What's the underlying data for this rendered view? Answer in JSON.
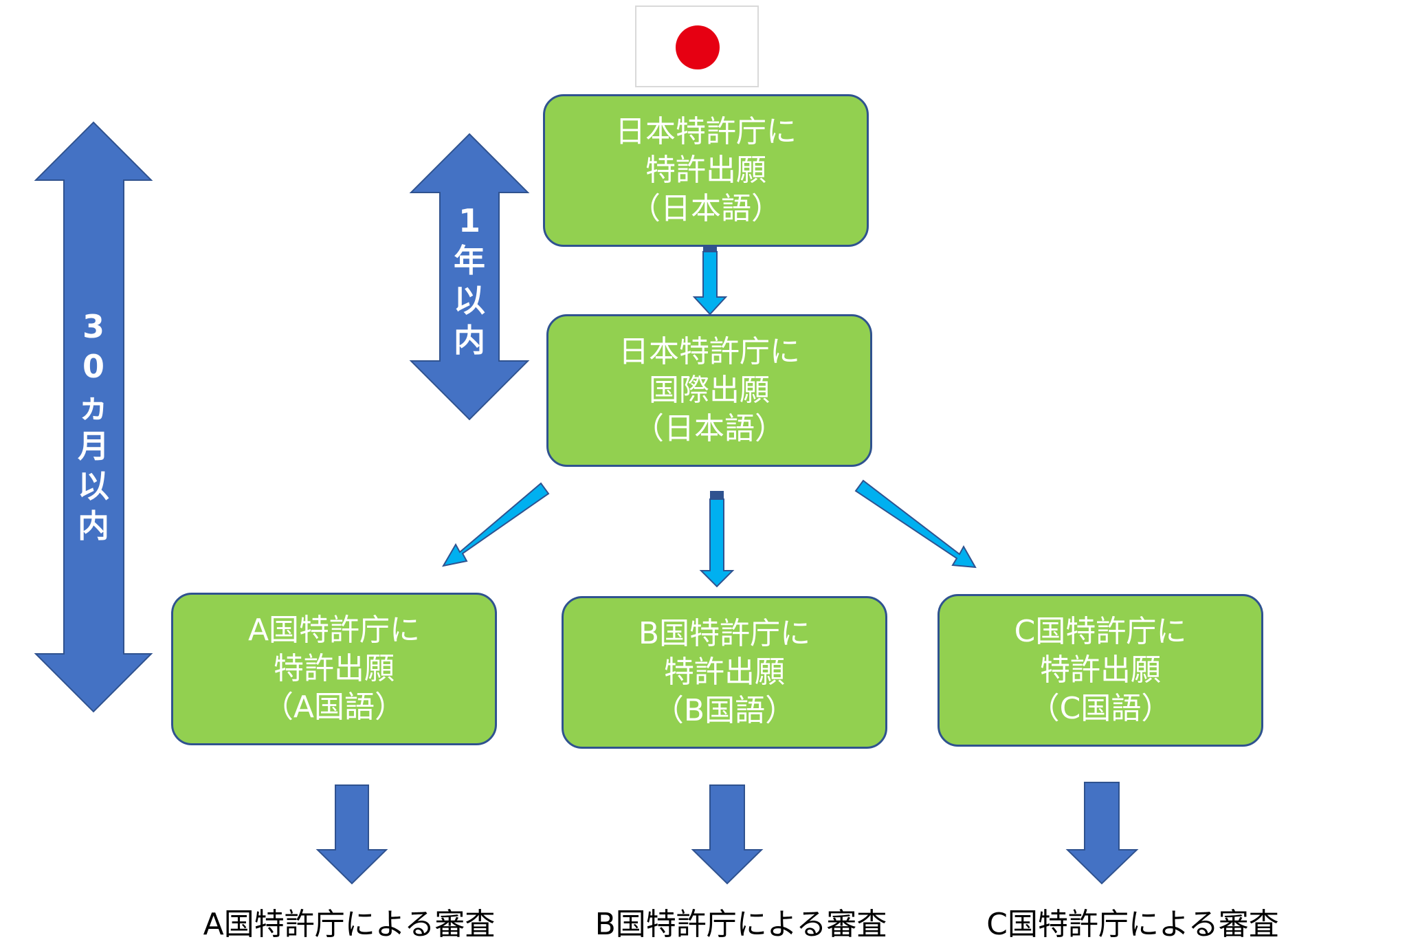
{
  "top_box": {
    "lines": [
      "日本特許庁に",
      "特許出願",
      "（日本語）"
    ]
  },
  "intl_box": {
    "lines": [
      "日本特許庁に",
      "国際出願",
      "（日本語）"
    ]
  },
  "country_boxes": [
    {
      "lines": [
        "A国特許庁に",
        "特許出願",
        "（A国語）"
      ]
    },
    {
      "lines": [
        "B国特許庁に",
        "特許出願",
        "（B国語）"
      ]
    },
    {
      "lines": [
        "C国特許庁に",
        "特許出願",
        "（C国語）"
      ]
    }
  ],
  "results": [
    "A国特許庁による審査",
    "B国特許庁による審査",
    "C国特許庁による審査"
  ],
  "period_1year": [
    "1",
    "年",
    "以",
    "内"
  ],
  "period_30months": [
    "3",
    "0",
    "ヵ",
    "月",
    "以",
    "内"
  ],
  "colors": {
    "box_fill": "#92d050",
    "box_border": "#2f528f",
    "blue_arrow": "#4472c4",
    "cyan_arrow": "#00b0f0",
    "flag_red": "#e60012"
  }
}
